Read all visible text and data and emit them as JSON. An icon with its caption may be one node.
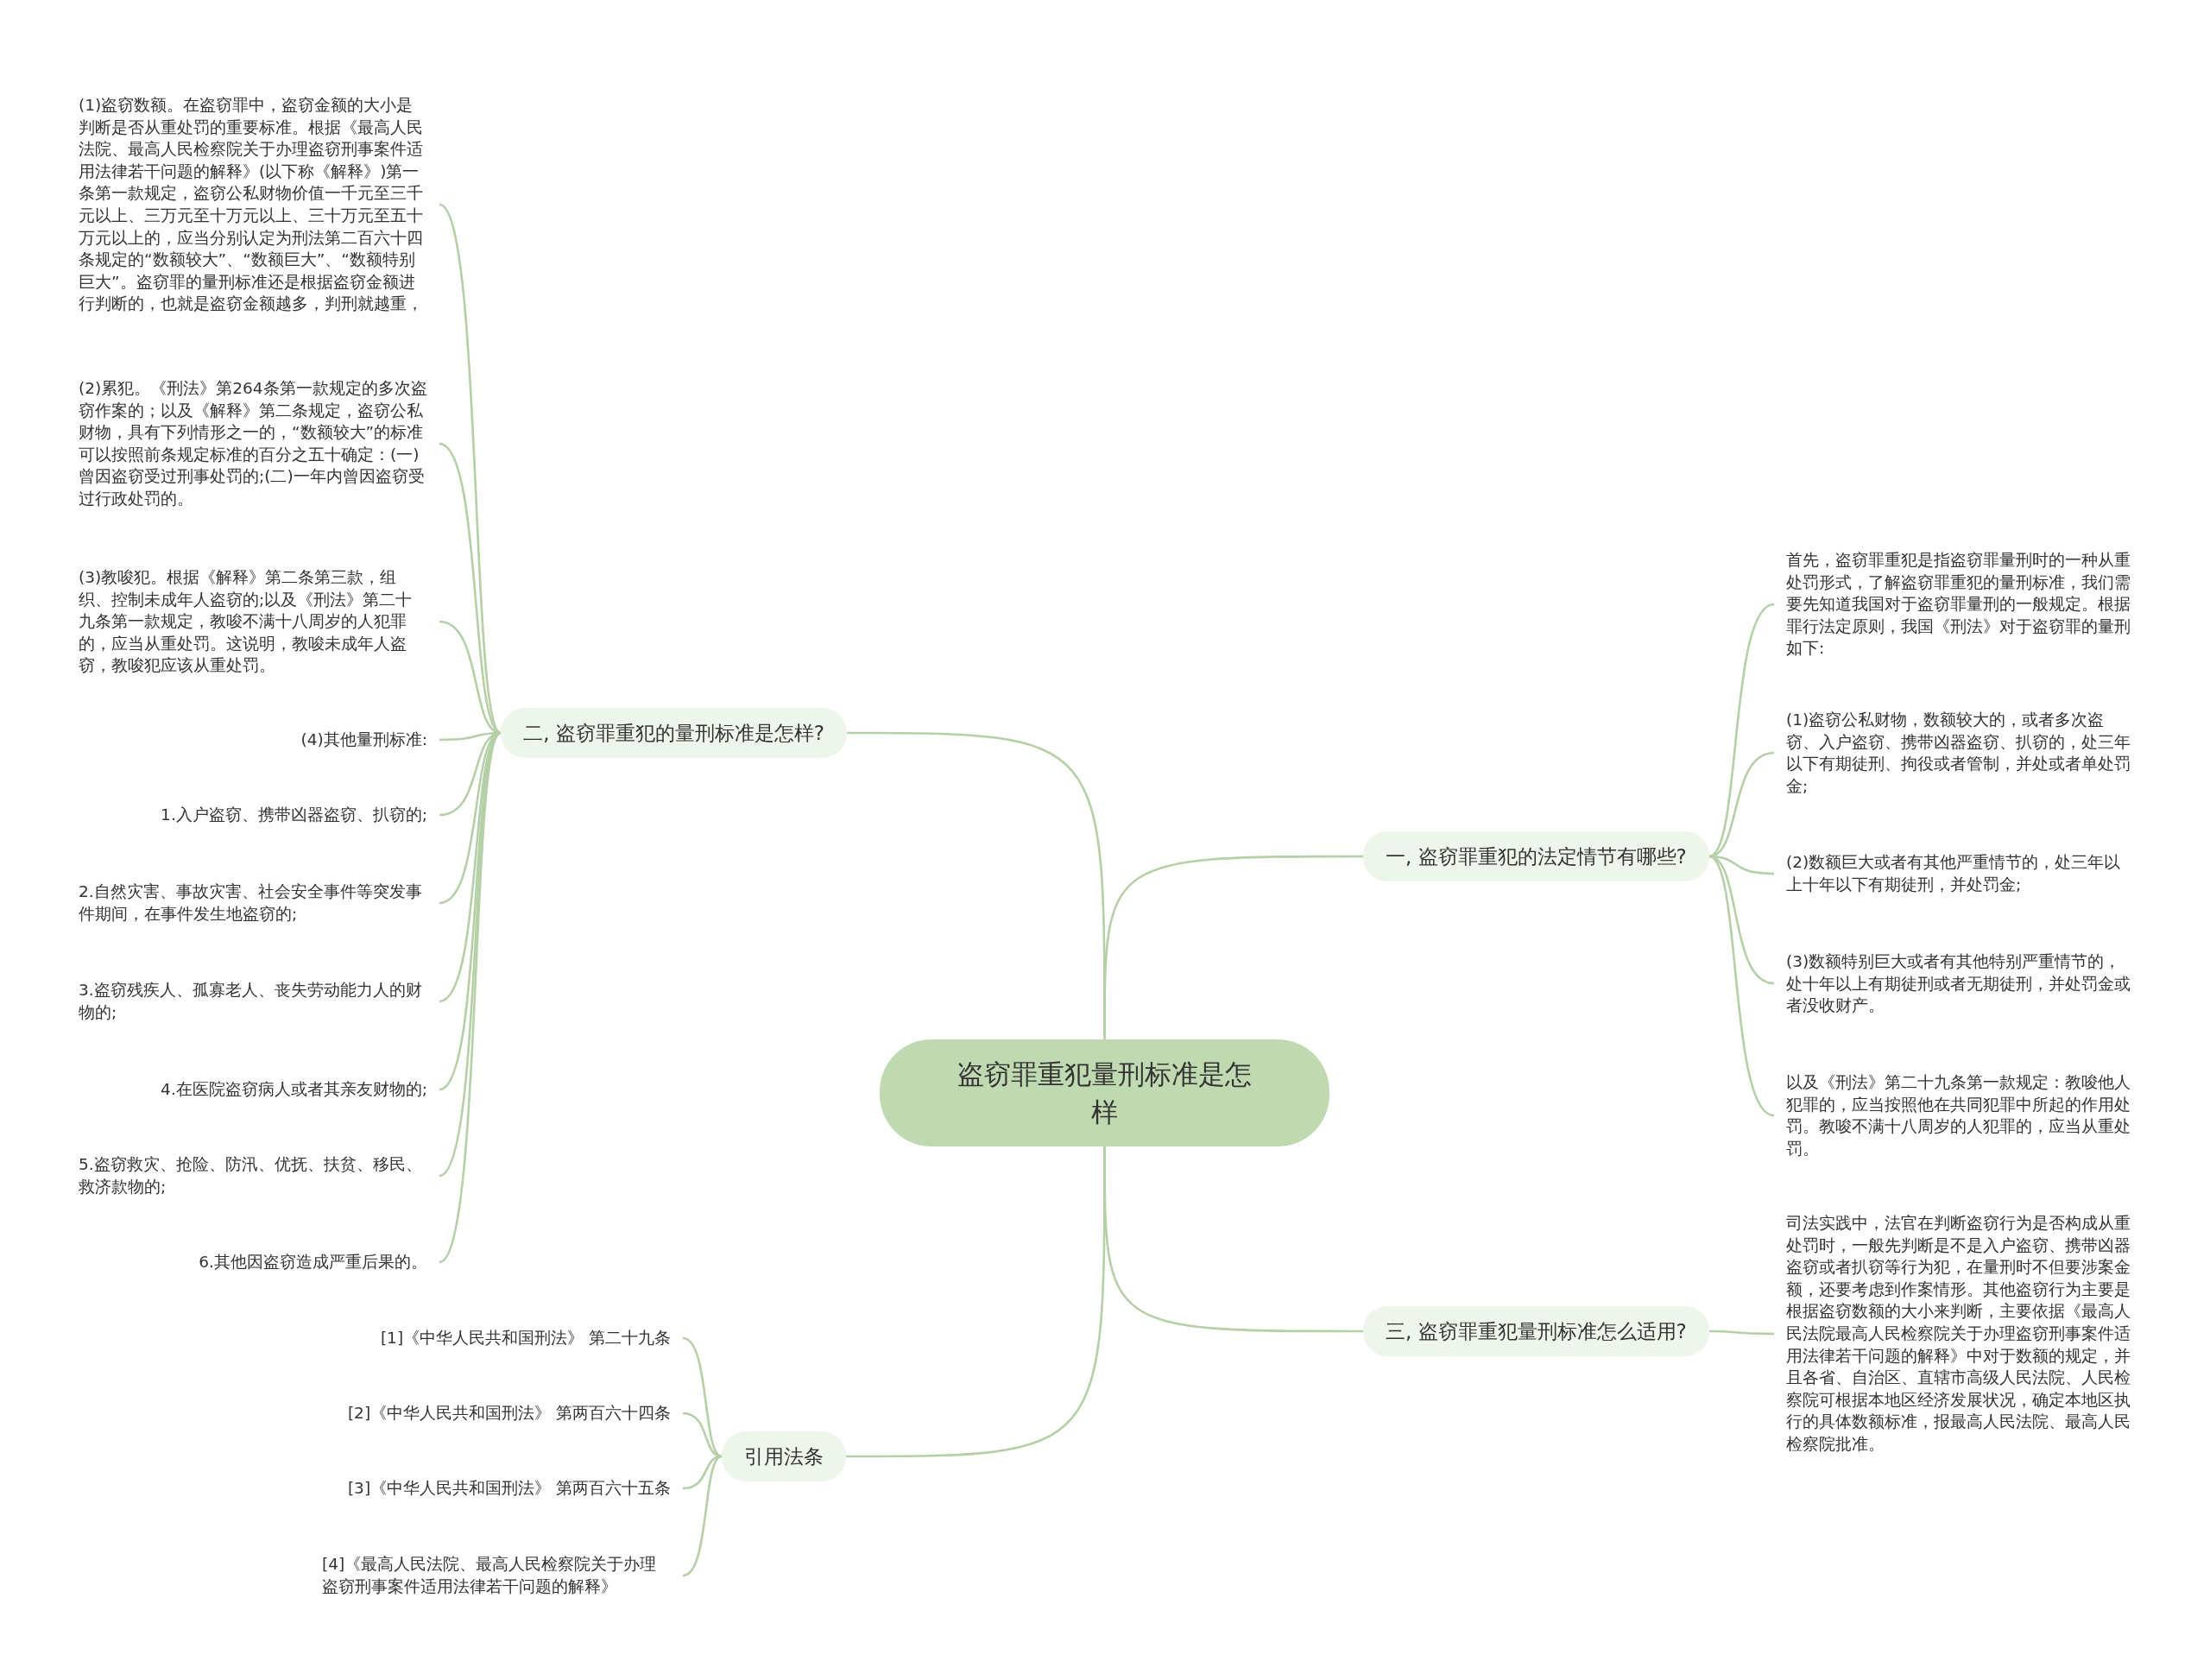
{
  "diagram": {
    "nodes": [
      {
        "text": [
          "盗窃罪重犯量刑标准是怎样"
        ]
      },
      {
        "text": [
          "二, 盗窃罪重犯的量刑标准是怎样?"
        ]
      },
      {
        "text": [
          "(1)盗窃数额。在盗窃罪中，盗窃金额的大小是判断是否从重处罚的重要标准。根据《最高人民法院、最高人民检察院关于办理盗窃刑事案件适用法律若干问题的解释》(以下称《解释》)第一条第一款规定，盗窃公私财物价值一千元至三千元以上、三万元至十万元以上、三十万元至五十万元以上的，应当分别认定为刑法第二百六十四条规定的“数额较大”、“数额巨大”、“数额特别巨大”。盗窃罪的量刑标准还是根据盗窃金额进行判断的，也就是盗窃金额越多，判刑就越重，"
        ]
      },
      {
        "text": [
          "(2)累犯。《刑法》第264条第一款规定的多次盗窃作案的；以及《解释》第二条规定，盗窃公私财物，具有下列情形之一的，“数额较大”的标准可以按照前条规定标准的百分之五十确定：(一)曾因盗窃受过刑事处罚的;(二)一年内曾因盗窃受过行政处罚的。"
        ]
      },
      {
        "text": [
          "(3)教唆犯。根据《解释》第二条第三款，组织、控制未成年人盗窃的;以及《刑法》第二十九条第一款规定，教唆不满十八周岁的人犯罪的，应当从重处罚。这说明，教唆未成年人盗窃，教唆犯应该从重处罚。"
        ]
      },
      {
        "text": [
          "(4)其他量刑标准:"
        ]
      },
      {
        "text": [
          "1.入户盗窃、携带凶器盗窃、扒窃的;"
        ]
      },
      {
        "text": [
          "2.自然灾害、事故灾害、社会安全事件等突发事件期间，在事件发生地盗窃的;"
        ]
      },
      {
        "text": [
          "3.盗窃残疾人、孤寡老人、丧失劳动能力人的财物的;"
        ]
      },
      {
        "text": [
          "4.在医院盗窃病人或者其亲友财物的;"
        ]
      },
      {
        "text": [
          "5.盗窃救灾、抢险、防汛、优抚、扶贫、移民、救济款物的;"
        ]
      },
      {
        "text": [
          "6.其他因盗窃造成严重后果的。"
        ]
      },
      {
        "text": [
          "引用法条"
        ]
      },
      {
        "text": [
          "[1]《中华人民共和国刑法》 第二十九条"
        ]
      },
      {
        "text": [
          "[2]《中华人民共和国刑法》 第两百六十四条"
        ]
      },
      {
        "text": [
          "[3]《中华人民共和国刑法》 第两百六十五条"
        ]
      },
      {
        "text": [
          "[4]《最高人民法院、最高人民检察院关于办理盗窃刑事案件适用法律若干问题的解释》"
        ]
      },
      {
        "text": [
          "一, 盗窃罪重犯的法定情节有哪些?"
        ]
      },
      {
        "text": [
          "首先，盗窃罪重犯是指盗窃罪量刑时的一种从重处罚形式，了解盗窃罪重犯的量刑标准，我们需要先知道我国对于盗窃罪量刑的一般规定。根据罪行法定原则，我国《刑法》对于盗窃罪的量刑如下:"
        ]
      },
      {
        "text": [
          "(1)盗窃公私财物，数额较大的，或者多次盗窃、入户盗窃、携带凶器盗窃、扒窃的，处三年以下有期徒刑、拘役或者管制，并处或者单处罚金;"
        ]
      },
      {
        "text": [
          "(2)数额巨大或者有其他严重情节的，处三年以上十年以下有期徒刑，并处罚金;"
        ]
      },
      {
        "text": [
          "(3)数额特别巨大或者有其他特别严重情节的，处十年以上有期徒刑或者无期徒刑，并处罚金或者没收财产。"
        ]
      },
      {
        "text": [
          "以及《刑法》第二十九条第一款规定：教唆他人犯罪的，应当按照他在共同犯罪中所起的作用处罚。教唆不满十八周岁的人犯罪的，应当从重处罚。"
        ]
      },
      {
        "text": [
          "三, 盗窃罪重犯量刑标准怎么适用?"
        ]
      },
      {
        "text": [
          "司法实践中，法官在判断盗窃行为是否构成从重处罚时，一般先判断是不是入户盗窃、携带凶器盗窃或者扒窃等行为犯，在量刑时不但要涉案金额，还要考虑到作案情形。其他盗窃行为主要是根据盗窃数额的大小来判断，主要依据《最高人民法院最高人民检察院关于办理盗窃刑事案件适用法律若干问题的解释》中对于数额的规定，并且各省、自治区、直辖市高级人民法院、人民检察院可根据本地区经济发展状况，确定本地区执行的具体数额标准，报最高人民法院、最高人民检察院批准。"
        ]
      }
    ],
    "edges": [
      {
        "from": 0,
        "to": 1,
        "arrow": "none"
      },
      {
        "from": 1,
        "to": 2,
        "arrow": "none"
      },
      {
        "from": 1,
        "to": 3,
        "arrow": "none"
      },
      {
        "from": 1,
        "to": 4,
        "arrow": "none"
      },
      {
        "from": 1,
        "to": 5,
        "arrow": "none"
      },
      {
        "from": 1,
        "to": 6,
        "arrow": "none"
      },
      {
        "from": 1,
        "to": 7,
        "arrow": "none"
      },
      {
        "from": 1,
        "to": 8,
        "arrow": "none"
      },
      {
        "from": 1,
        "to": 9,
        "arrow": "none"
      },
      {
        "from": 1,
        "to": 10,
        "arrow": "none"
      },
      {
        "from": 1,
        "to": 11,
        "arrow": "none"
      },
      {
        "from": 0,
        "to": 12,
        "arrow": "none"
      },
      {
        "from": 12,
        "to": 13,
        "arrow": "none"
      },
      {
        "from": 12,
        "to": 14,
        "arrow": "none"
      },
      {
        "from": 12,
        "to": 15,
        "arrow": "none"
      },
      {
        "from": 12,
        "to": 16,
        "arrow": "none"
      },
      {
        "from": 0,
        "to": 17,
        "arrow": "none"
      },
      {
        "from": 17,
        "to": 18,
        "arrow": "none"
      },
      {
        "from": 17,
        "to": 19,
        "arrow": "none"
      },
      {
        "from": 17,
        "to": 20,
        "arrow": "none"
      },
      {
        "from": 17,
        "to": 21,
        "arrow": "none"
      },
      {
        "from": 17,
        "to": 22,
        "arrow": "none"
      },
      {
        "from": 0,
        "to": 23,
        "arrow": "none"
      },
      {
        "from": 23,
        "to": 24,
        "arrow": "none"
      }
    ]
  }
}
